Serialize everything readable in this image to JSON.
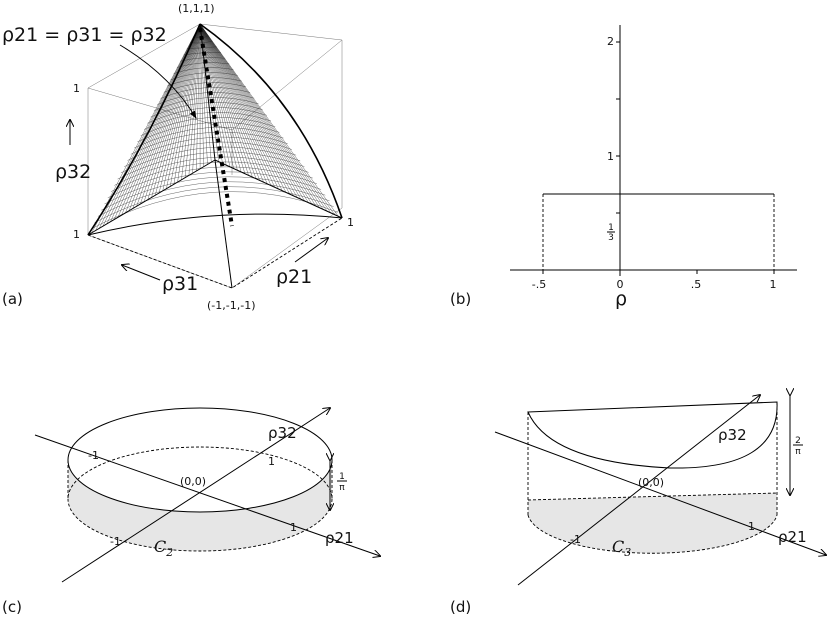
{
  "panel_a": {
    "panel_label": "(a)",
    "top_vertex": "(1,1,1)",
    "bottom_vertex": "(-1,-1,-1)",
    "equality_label": "ρ21 = ρ31 = ρ32",
    "axis_rho32": "ρ32",
    "axis_rho31": "ρ31",
    "axis_rho21": "ρ21",
    "tick_upper_left": "1",
    "tick_lower_left": "1",
    "tick_right": "1"
  },
  "panel_b": {
    "panel_label": "(b)",
    "xlabel": "ρ",
    "x_ticks": [
      "-.5",
      "0",
      ".5",
      "1"
    ],
    "y_ticks": [
      "2",
      "1"
    ],
    "y_frac": {
      "num": "1",
      "den": "3"
    },
    "chart_data": {
      "type": "area",
      "x_range": [
        -0.5,
        1
      ],
      "density_height": 0.6667,
      "xlim": [
        -0.73,
        1.15
      ],
      "ylim": [
        0,
        2.1
      ]
    }
  },
  "panel_c": {
    "panel_label": "(c)",
    "origin": "(0,0)",
    "axis_rho32": "ρ32",
    "axis_rho21": "ρ21",
    "tick_a": "-1",
    "tick_b": "1",
    "tick_c": "-1",
    "tick_d": "1",
    "region_label": "C",
    "region_sub": "2",
    "height_frac": {
      "num": "1",
      "den": "π"
    }
  },
  "panel_d": {
    "panel_label": "(d)",
    "origin": "(0,0)",
    "axis_rho32": "ρ32",
    "axis_rho21": "ρ21",
    "tick_a": "1",
    "tick_b": "-1",
    "region_label": "C",
    "region_sub": "3",
    "height_frac": {
      "num": "2",
      "den": "π"
    }
  }
}
